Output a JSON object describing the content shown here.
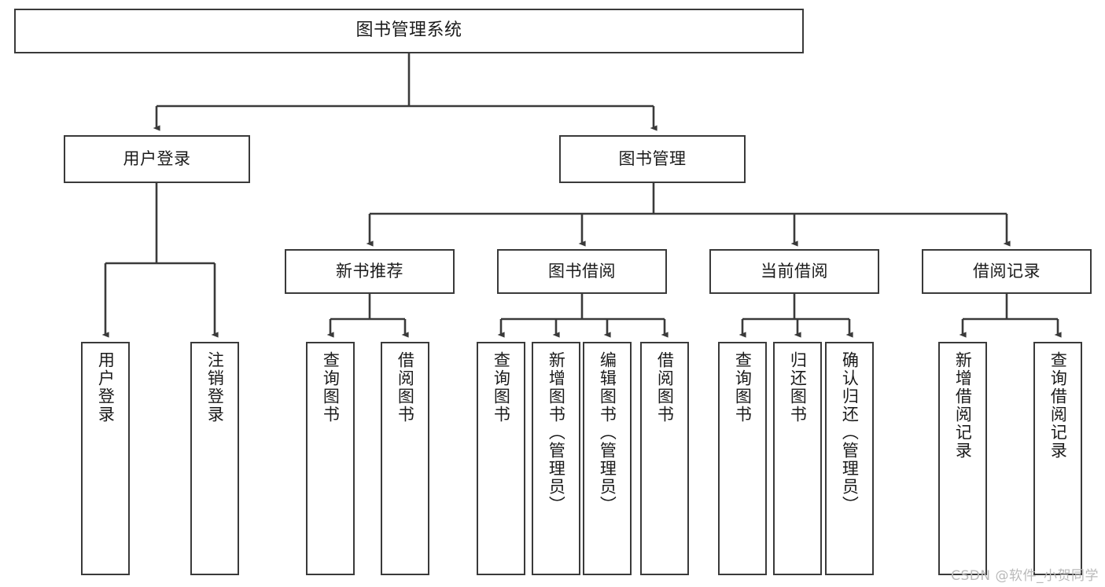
{
  "diagram": {
    "title": "图书管理系统",
    "watermark": "CSDN @软件_小贺同学",
    "stroke_color": "#3a3a3a",
    "text_color": "#1b1b1b",
    "background_color": "#ffffff",
    "nodes": {
      "root": {
        "label": "图书管理系统"
      },
      "level2": [
        {
          "id": "user-login",
          "label": "用户登录"
        },
        {
          "id": "book-manage",
          "label": "图书管理"
        }
      ],
      "level3": [
        {
          "id": "new-book-recommend",
          "label": "新书推荐"
        },
        {
          "id": "book-borrow",
          "label": "图书借阅"
        },
        {
          "id": "current-borrow",
          "label": "当前借阅"
        },
        {
          "id": "borrow-record",
          "label": "借阅记录"
        }
      ],
      "leaves": [
        {
          "id": "leaf-user-login",
          "label": "用户登录",
          "parent": "user-login"
        },
        {
          "id": "leaf-logout-login",
          "label": "注销登录",
          "parent": "user-login"
        },
        {
          "id": "leaf-query-book-1",
          "label": "查询图书",
          "parent": "new-book-recommend"
        },
        {
          "id": "leaf-borrow-book-1",
          "label": "借阅图书",
          "parent": "new-book-recommend"
        },
        {
          "id": "leaf-query-book-2",
          "label": "查询图书",
          "parent": "book-borrow"
        },
        {
          "id": "leaf-add-book-admin",
          "label": "新增图书（管理员）",
          "parent": "book-borrow"
        },
        {
          "id": "leaf-edit-book-admin",
          "label": "编辑图书（管理员）",
          "parent": "book-borrow"
        },
        {
          "id": "leaf-borrow-book-2",
          "label": "借阅图书",
          "parent": "book-borrow"
        },
        {
          "id": "leaf-query-book-3",
          "label": "查询图书",
          "parent": "current-borrow"
        },
        {
          "id": "leaf-return-book",
          "label": "归还图书",
          "parent": "current-borrow"
        },
        {
          "id": "leaf-confirm-return-admin",
          "label": "确认归还（管理员）",
          "parent": "current-borrow"
        },
        {
          "id": "leaf-add-borrow-record",
          "label": "新增借阅记录",
          "parent": "borrow-record"
        },
        {
          "id": "leaf-query-borrow-record",
          "label": "查询借阅记录",
          "parent": "borrow-record"
        }
      ]
    }
  }
}
